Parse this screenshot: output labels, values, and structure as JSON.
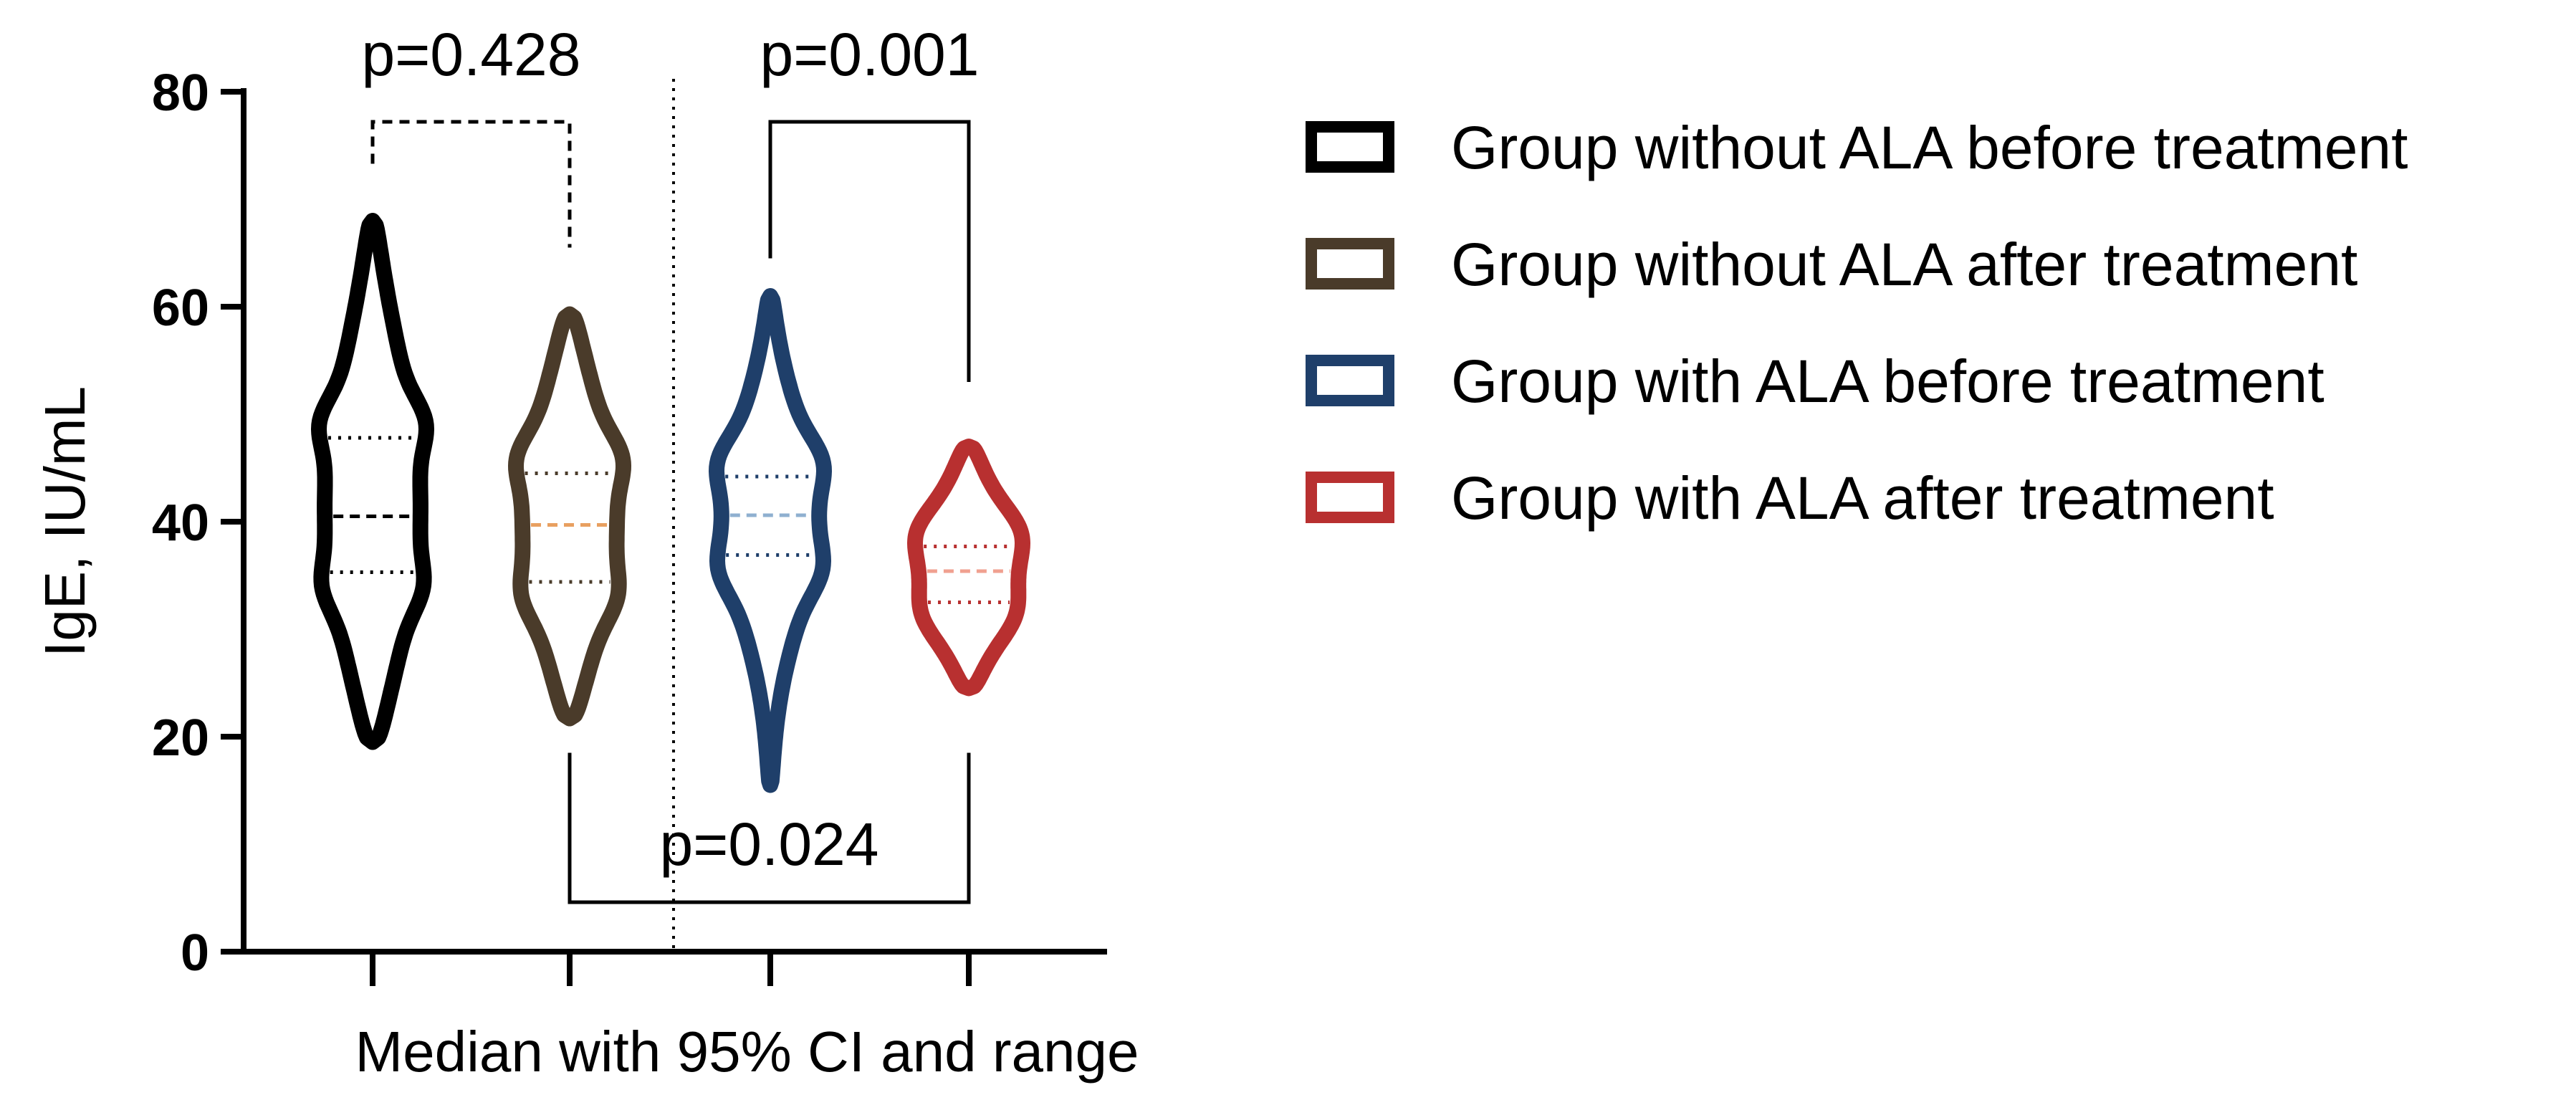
{
  "chart_data": {
    "type": "violin",
    "xlabel": "Median with 95% CI and range",
    "ylabel": "IgE, IU/mL",
    "ylim": [
      0,
      80
    ],
    "yticks": [
      0,
      20,
      40,
      60,
      80
    ],
    "legend_position": "right",
    "series": [
      {
        "name": "Group without ALA before treatment",
        "color": "#000000",
        "median_color": "#000000",
        "median_dash": "dashed",
        "min": 19.5,
        "max": 68,
        "median": 40.5,
        "ci": [
          35.3,
          47.8
        ]
      },
      {
        "name": "Group without ALA after treatment",
        "color": "#4a3b2a",
        "median_color": "#e8a060",
        "median_dash": "dashed",
        "min": 21.7,
        "max": 59.3,
        "median": 39.7,
        "ci": [
          34.4,
          44.5
        ]
      },
      {
        "name": "Group with ALA before treatment",
        "color": "#1f3f6a",
        "median_color": "#8fb0d0",
        "median_dash": "dashed",
        "min": 15.5,
        "max": 61,
        "median": 40.6,
        "ci": [
          36.9,
          44.2
        ]
      },
      {
        "name": "Group with ALA after treatment",
        "color": "#b83030",
        "median_color": "#f0a090",
        "median_dash": "dashed",
        "min": 24.5,
        "max": 47,
        "median": 35.4,
        "ci": [
          32.5,
          37.7
        ]
      }
    ],
    "comparisons": [
      {
        "groups": [
          0,
          1
        ],
        "label": "p=0.428",
        "style": "dashed",
        "placement": "top",
        "bar_y": 77.2,
        "left_end": 73.3,
        "right_end": 65.5
      },
      {
        "groups": [
          2,
          3
        ],
        "label": "p=0.001",
        "style": "solid",
        "placement": "top",
        "bar_y": 77.2,
        "left_end": 64.5,
        "right_end": 53.0
      },
      {
        "groups": [
          1,
          3
        ],
        "label": "p=0.024",
        "style": "solid",
        "placement": "bottom",
        "bar_y": 4.6,
        "left_end": 18.5,
        "right_end": 18.5
      }
    ],
    "divider_between": [
      1,
      2
    ],
    "grid": false
  }
}
